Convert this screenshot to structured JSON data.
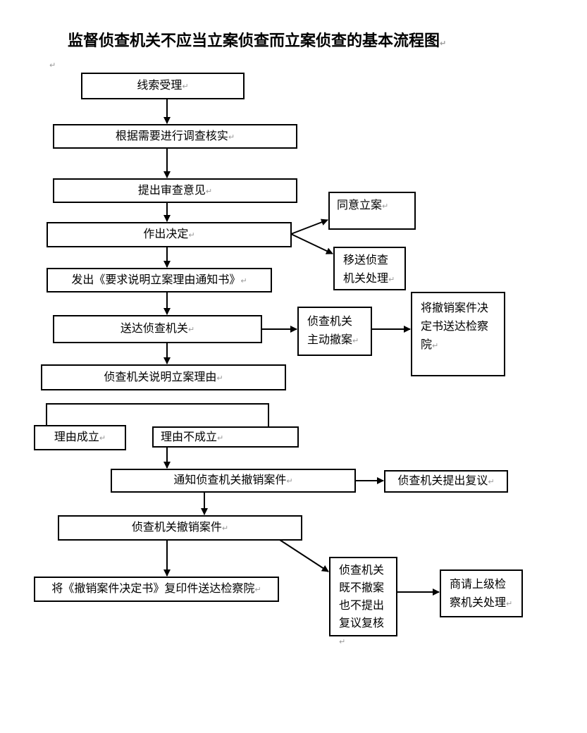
{
  "title": "监督侦查机关不应当立案侦查而立案侦查的基本流程图",
  "nodes": {
    "clue": "线索受理",
    "investigate": "根据需要进行调查核实",
    "opinion": "提出审查意见",
    "decision": "作出决定",
    "agree": "同意立案",
    "transfer": "移送侦查机关处理",
    "notice": "发出《要求说明立案理由通知书》",
    "deliver": "送达侦查机关",
    "self_cancel": "侦查机关主动撤案",
    "send_decision": "将撤销案件决定书送达检察院",
    "explain": "侦查机关说明立案理由",
    "reason_valid": "理由成立",
    "reason_invalid": "理由不成立",
    "notify_cancel": "通知侦查机关撤销案件",
    "reconsider": "侦查机关提出复议",
    "cancel": "侦查机关撤销案件",
    "send_copy": "将《撤销案件决定书》复印件送达检察院",
    "neither": "侦查机关既不撤案也不提出复议复核",
    "superior": "商请上级检察机关处理"
  }
}
